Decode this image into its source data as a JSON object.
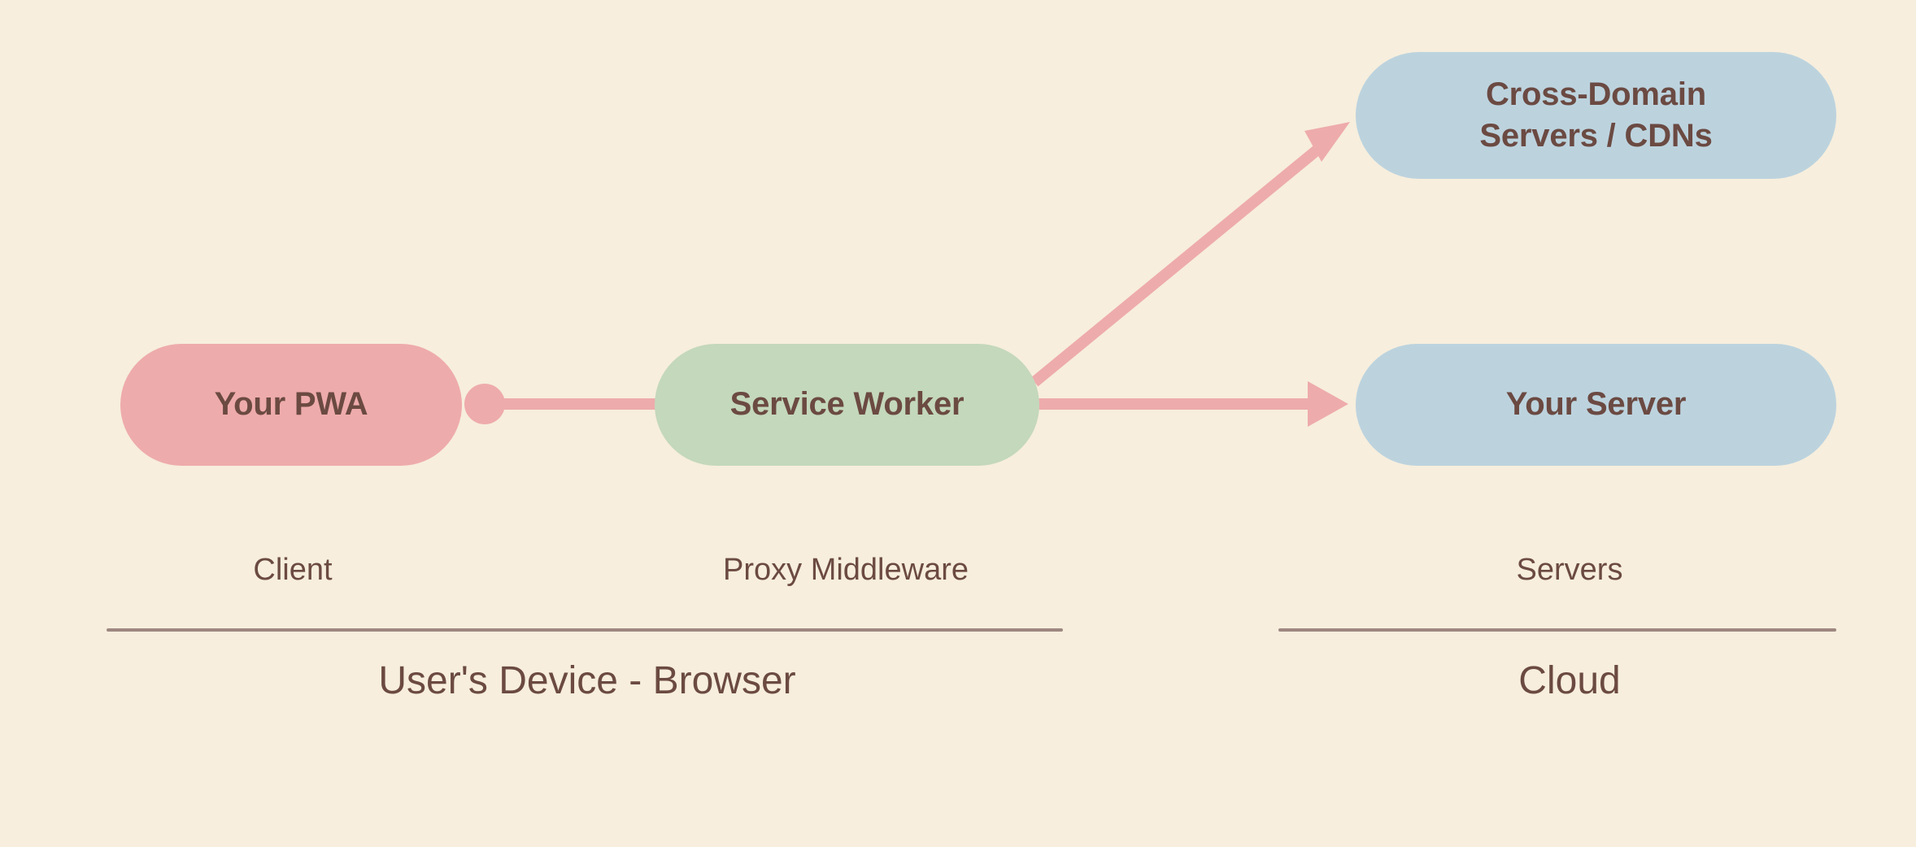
{
  "diagram": {
    "background_color": "#f7eedd",
    "text_color": "#6b4a42",
    "nodes": [
      {
        "id": "pwa",
        "label": "Your PWA",
        "color": "#eeabab",
        "role": "client-application"
      },
      {
        "id": "service-worker",
        "label": "Service Worker",
        "color": "#c4d8bb",
        "role": "proxy-middleware"
      },
      {
        "id": "cross-domain",
        "label": "Cross-Domain\nServers / CDNs",
        "color": "#bcd3de",
        "role": "remote-server"
      },
      {
        "id": "your-server",
        "label": "Your Server",
        "color": "#bcd3de",
        "role": "origin-server"
      }
    ],
    "connectors": [
      {
        "id": "pwa-to-service-worker",
        "from": "pwa",
        "to": "service-worker",
        "color": "#eeabab",
        "start_marker": "dot",
        "end_marker": "none"
      },
      {
        "id": "service-worker-to-cross-domain",
        "from": "service-worker",
        "to": "cross-domain",
        "color": "#eeabab",
        "start_marker": "none",
        "end_marker": "arrow"
      },
      {
        "id": "service-worker-to-your-server",
        "from": "service-worker",
        "to": "your-server",
        "color": "#eeabab",
        "start_marker": "none",
        "end_marker": "arrow"
      }
    ],
    "zones": [
      {
        "id": "client",
        "label": "Client"
      },
      {
        "id": "proxy",
        "label": "Proxy Middleware"
      },
      {
        "id": "servers",
        "label": "Servers"
      }
    ],
    "groups": [
      {
        "id": "device",
        "title": "User's Device - Browser",
        "divider_color": "#9e8880"
      },
      {
        "id": "cloud",
        "title": "Cloud",
        "divider_color": "#9e8880"
      }
    ]
  }
}
